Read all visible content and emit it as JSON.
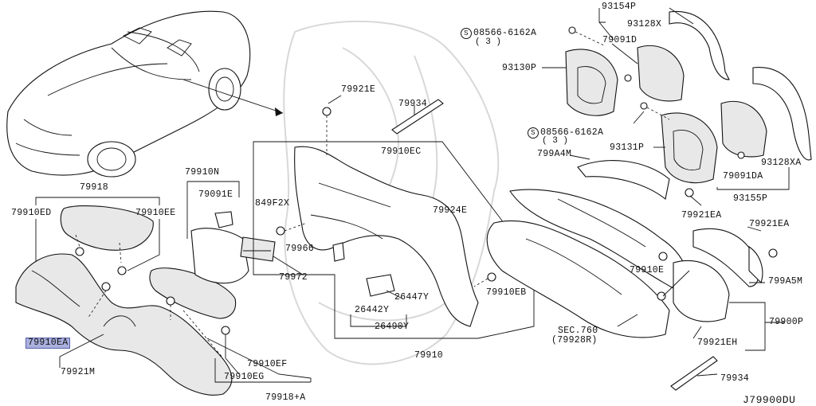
{
  "labels": {
    "p79918": "79918",
    "p79910ED": "79910ED",
    "p79910EE": "79910EE",
    "p79910EA": "79910EA",
    "p79921M": "79921M",
    "p79910N": "79910N",
    "p79091E": "79091E",
    "p79972": "79972",
    "p79910EF": "79910EF",
    "p79910EG": "79910EG",
    "p79918A": "79918+A",
    "p79921E": "79921E",
    "p79934a": "79934",
    "p79910EC": "79910EC",
    "p849F2X": "849F2X",
    "p79924E": "79924E",
    "p79966": "79966",
    "p26447Y": "26447Y",
    "p26442Y": "26442Y",
    "p26490Y": "26490Y",
    "p79910EB": "79910EB",
    "p79910": "79910",
    "p93154P": "93154P",
    "p08566a": "08566-6162A",
    "p08566a_qty": "( 3 )",
    "p79091D": "79091D",
    "p93128X": "93128X",
    "p93130P": "93130P",
    "p08566b": "08566-6162A",
    "p08566b_qty": "( 3 )",
    "p799A4M": "799A4M",
    "p93131P": "93131P",
    "p79091DA": "79091DA",
    "p93128XA": "93128XA",
    "p93155P": "93155P",
    "p79921EA_a": "79921EA",
    "p79921EA_b": "79921EA",
    "p799A5M": "799A5M",
    "p79910E": "79910E",
    "p79900P": "79900P",
    "p79921EH": "79921EH",
    "sec760": "SEC.760",
    "sec760_ref": "(79928R)",
    "p79934b": "79934",
    "diagram_code": "J79900DU"
  },
  "highlight_color": "#a9b0de"
}
